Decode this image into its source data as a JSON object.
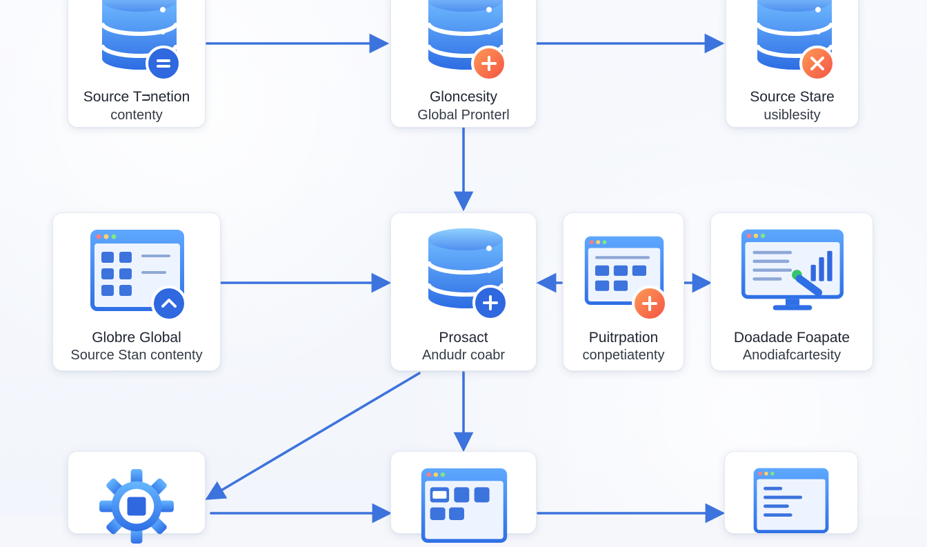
{
  "accent_color": "#3d73dd",
  "nodes": {
    "n1": {
      "title": "Source Tᴝnetion",
      "subtitle": "contenty",
      "icon": "database-icon",
      "badge": "equals-badge-icon"
    },
    "n2": {
      "title": "Gloncesity",
      "subtitle": "Global Pronterl",
      "icon": "database-icon",
      "badge": "plus-badge-icon"
    },
    "n3": {
      "title": "Source Stare",
      "subtitle": "usiblesity",
      "icon": "database-icon",
      "badge": "close-badge-icon"
    },
    "n4": {
      "title": "Globre Global",
      "subtitle": "Source Stan contenty",
      "icon": "app-window-icon",
      "badge": "chevron-up-badge-icon"
    },
    "n5": {
      "title": "Prosact",
      "subtitle": "Andudr coabr",
      "icon": "database-icon",
      "badge": "plus-badge-icon"
    },
    "n6": {
      "title": "Puitrpation",
      "subtitle": "conpetiatenty",
      "icon": "app-window-icon",
      "badge": "plus-badge-icon"
    },
    "n7": {
      "title": "Doadade Foapate",
      "subtitle": "Anodiafcartesity",
      "icon": "monitor-chart-icon",
      "badge": ""
    },
    "n8": {
      "title": "",
      "subtitle": "",
      "icon": "gear-icon",
      "badge": ""
    },
    "n9": {
      "title": "",
      "subtitle": "",
      "icon": "app-window-icon",
      "badge": ""
    },
    "n10": {
      "title": "",
      "subtitle": "",
      "icon": "app-window-icon",
      "badge": ""
    }
  }
}
